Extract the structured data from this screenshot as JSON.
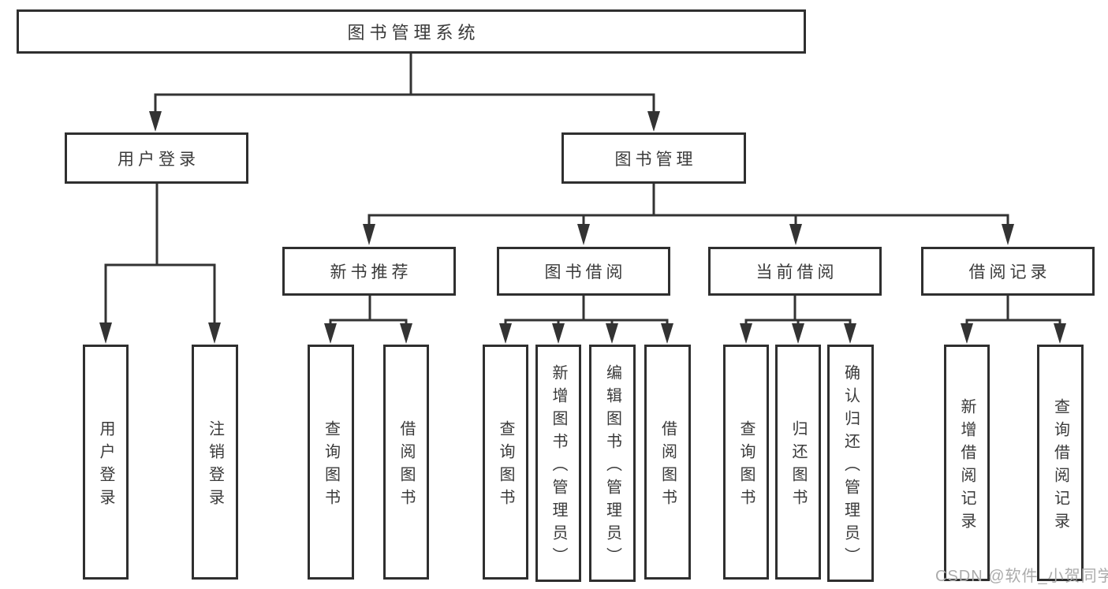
{
  "colors": {
    "line": "#333333",
    "box_border": "#2f2f2f",
    "text": "#3a3a3a",
    "watermark": "#ababab",
    "background": "#ffffff"
  },
  "tree": {
    "root": {
      "label": "图书管理系统"
    },
    "branches": [
      {
        "label": "用户登录",
        "children": [
          {
            "label": "用户登录"
          },
          {
            "label": "注销登录"
          }
        ]
      },
      {
        "label": "图书管理",
        "children": [
          {
            "label": "新书推荐",
            "children": [
              {
                "label": "查询图书"
              },
              {
                "label": "借阅图书"
              }
            ]
          },
          {
            "label": "图书借阅",
            "children": [
              {
                "label": "查询图书"
              },
              {
                "label": "新增图书（管理员）"
              },
              {
                "label": "编辑图书（管理员）"
              },
              {
                "label": "借阅图书"
              }
            ]
          },
          {
            "label": "当前借阅",
            "children": [
              {
                "label": "查询图书"
              },
              {
                "label": "归还图书"
              },
              {
                "label": "确认归还（管理员）"
              }
            ]
          },
          {
            "label": "借阅记录",
            "children": [
              {
                "label": "新增借阅记录"
              },
              {
                "label": "查询借阅记录"
              }
            ]
          }
        ]
      }
    ]
  },
  "watermark": {
    "text": "CSDN @软件_小贺同学"
  }
}
